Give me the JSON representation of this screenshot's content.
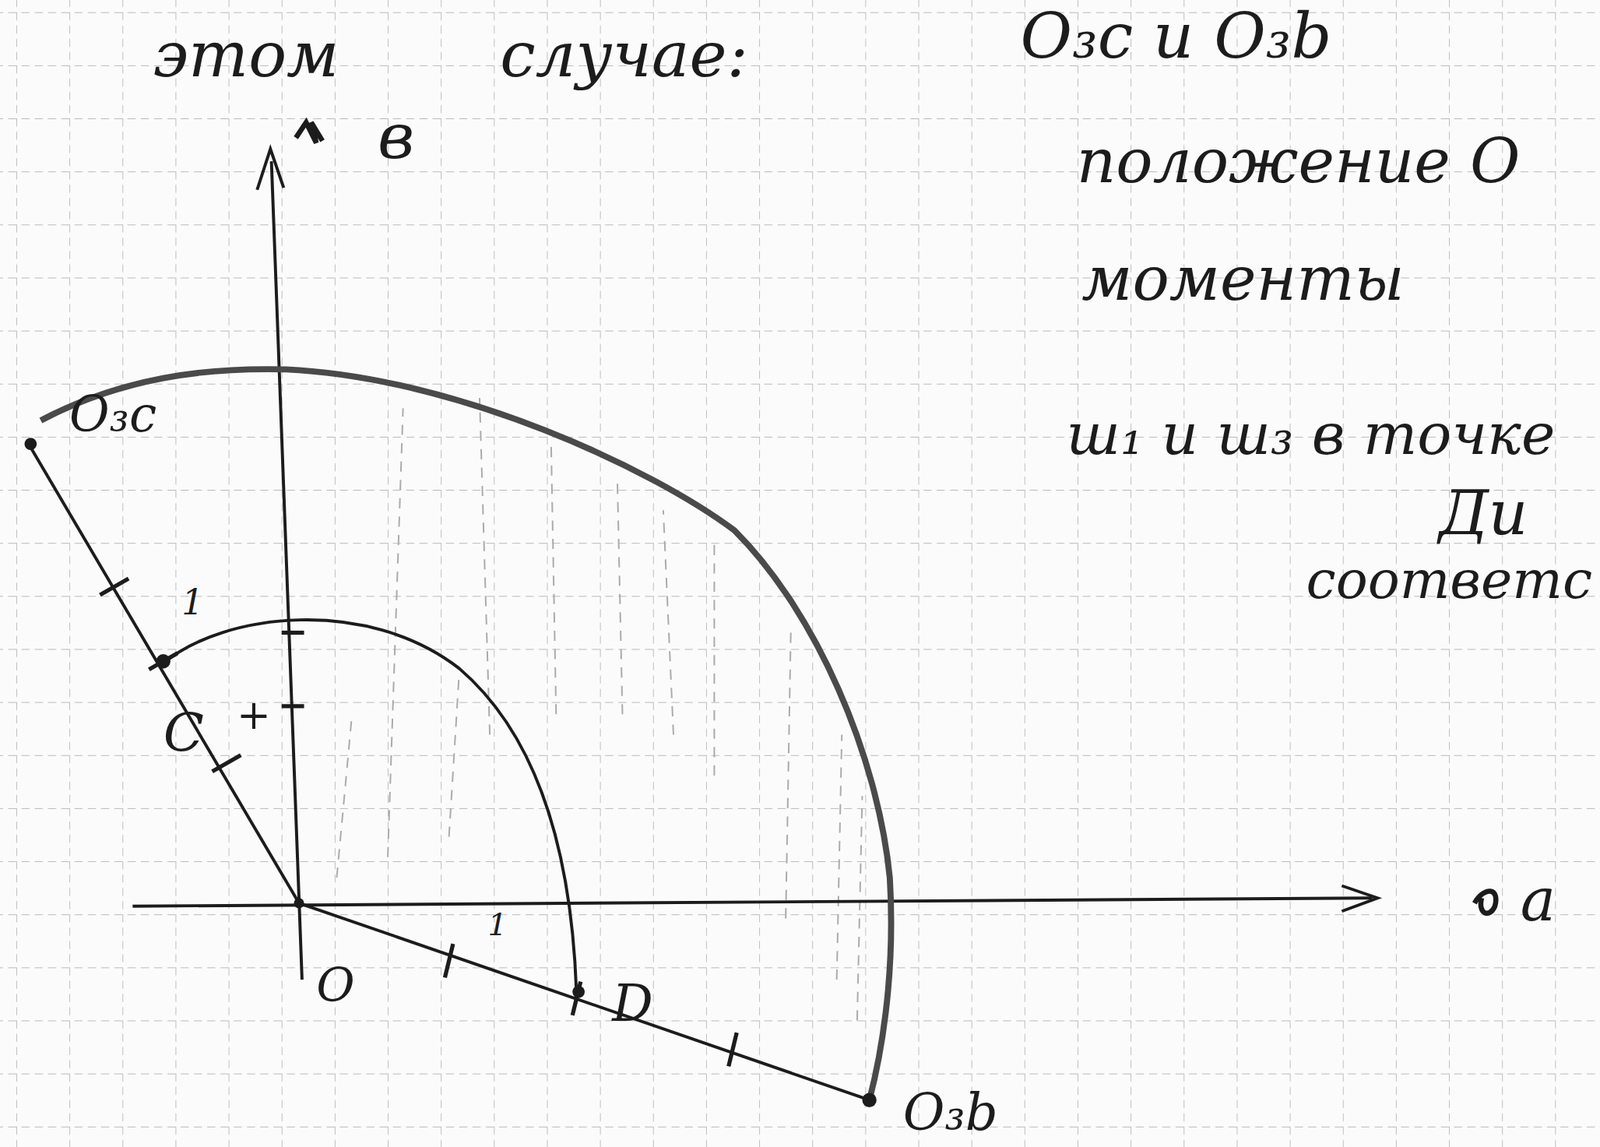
{
  "diagram": {
    "labels": [
      "этом",
      "случае:",
      "O₃c и O₃b",
      "положение O",
      "моменты",
      "ш₁ и ш₃ в точке",
      "Ди",
      "соответс",
      "в",
      "a",
      "O₃c",
      "1",
      "C",
      "+",
      "O",
      "D",
      "O₃b",
      "1"
    ]
  }
}
